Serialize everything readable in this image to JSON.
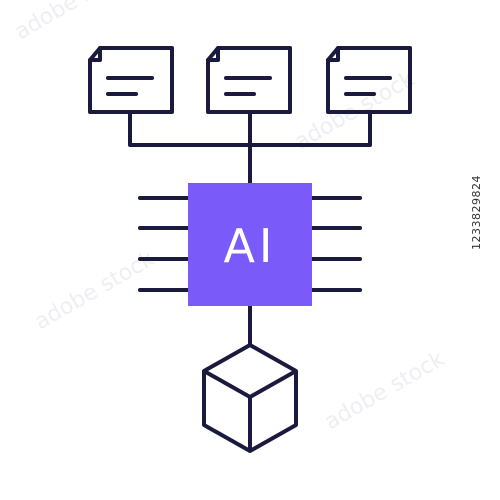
{
  "colors": {
    "background": "#ffffff",
    "stroke": "#1a1a3e",
    "accent": "#7a5af8",
    "chip_text": "#ffffff",
    "watermark": "#e6e6ee"
  },
  "icon": {
    "name": "ai-network-icon",
    "chip_label": "AI",
    "documents": [
      {
        "name": "document-icon-left"
      },
      {
        "name": "document-icon-center"
      },
      {
        "name": "document-icon-right"
      }
    ],
    "output": {
      "name": "cube-icon"
    }
  },
  "stock_id": "1233829824"
}
